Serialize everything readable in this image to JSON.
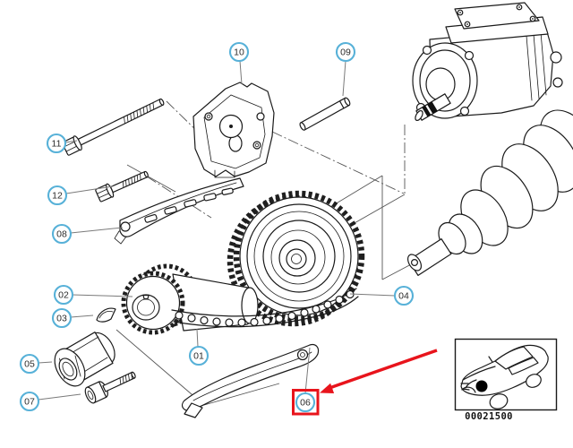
{
  "diagram": {
    "caption_number": "00021500",
    "highlighted_callout": "06"
  },
  "colors": {
    "callout_border": "#57b1d8",
    "highlight_red": "#e8141c",
    "line": "#1a1a1a",
    "leader": "#7a7a7a"
  },
  "callouts": [
    {
      "label": "01"
    },
    {
      "label": "02"
    },
    {
      "label": "03"
    },
    {
      "label": "04"
    },
    {
      "label": "05"
    },
    {
      "label": "06"
    },
    {
      "label": "07"
    },
    {
      "label": "08"
    },
    {
      "label": "09"
    },
    {
      "label": "10"
    },
    {
      "label": "11"
    },
    {
      "label": "12"
    }
  ],
  "thumbnail": {
    "caption": "00021500"
  }
}
